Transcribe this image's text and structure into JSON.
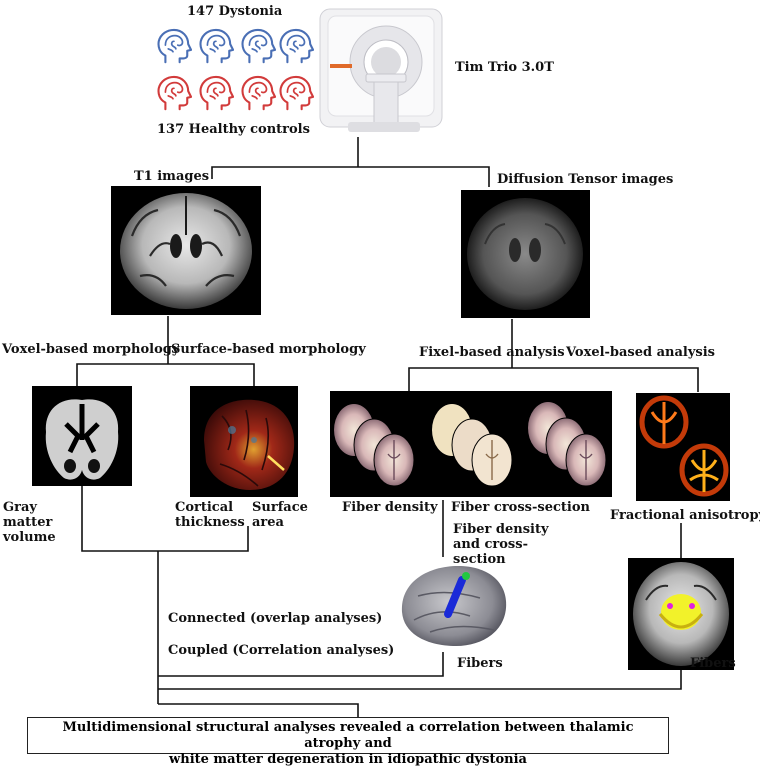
{
  "cohort": {
    "patients_label": "147 Dystonia",
    "controls_label": "137 Healthy controls",
    "scanner_label": "Tim Trio 3.0T",
    "patient_color": "#4a6fb5",
    "control_color": "#d23b3b"
  },
  "modalities": {
    "t1_label": "T1 images",
    "dti_label": "Diffusion Tensor images"
  },
  "t1_branch": {
    "vbm_label": "Voxel-based morphology",
    "sbm_label": "Surface-based morphology",
    "gray_matter_label": "Gray matter volume",
    "cortical_thickness_label": "Cortical thickness",
    "surface_area_label": "Surface area"
  },
  "dti_branch": {
    "fba_label": "Fixel-based analysis",
    "voxel_label": "Voxel-based analysis",
    "fiber_density_label": "Fiber density",
    "fiber_cross_section_label": "Fiber cross-section",
    "fiber_density_cross_label": "Fiber density and cross-section",
    "fa_label": "Fractional anisotropy",
    "fibers_label_1": "Fibers",
    "fibers_label_2": "Fibers"
  },
  "analyses": {
    "connected_label": "Connected (overlap analyses)",
    "coupled_label": "Coupled (Correlation analyses)"
  },
  "conclusion": {
    "line1": "Multidimensional structural analyses revealed a correlation between thalamic atrophy and",
    "line2": "white matter degeneration in idiopathic dystonia"
  }
}
